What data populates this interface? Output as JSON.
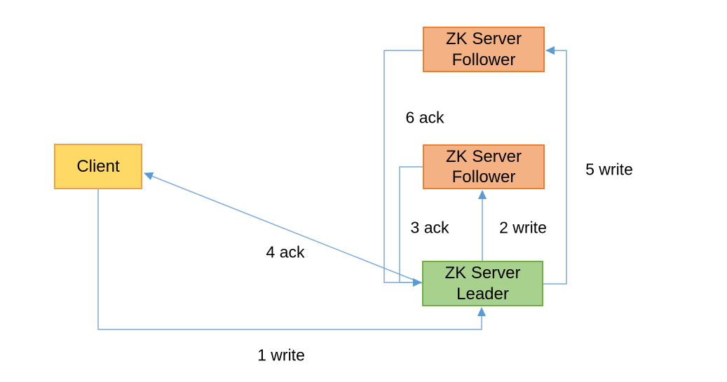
{
  "colors": {
    "background": "#ffffff",
    "arrow_line": "#7CA9DC",
    "arrow_head": "#5B9BD5",
    "client_fill": "#FFD966",
    "client_border": "#EEA43B",
    "follower_fill": "#F4B183",
    "follower_border": "#ED7D31",
    "leader_fill": "#A9D18E",
    "leader_border": "#70AD47",
    "label_text": "#000000"
  },
  "nodes": {
    "client": {
      "line1": "Client"
    },
    "follower_top": {
      "line1": "ZK Server",
      "line2": "Follower"
    },
    "follower_mid": {
      "line1": "ZK Server",
      "line2": "Follower"
    },
    "leader": {
      "line1": "ZK Server",
      "line2": "Leader"
    }
  },
  "edges": {
    "write1": {
      "label": "1 write",
      "from": "client",
      "to": "leader"
    },
    "write2": {
      "label": "2 write",
      "from": "leader",
      "to": "follower_mid"
    },
    "ack3": {
      "label": "3 ack",
      "from": "follower_mid",
      "to": "leader"
    },
    "ack4": {
      "label": "4 ack",
      "from": "leader",
      "to": "client"
    },
    "write5": {
      "label": "5 write",
      "from": "leader",
      "to": "follower_top"
    },
    "ack6": {
      "label": "6 ack",
      "from": "follower_top",
      "to": "leader"
    }
  }
}
